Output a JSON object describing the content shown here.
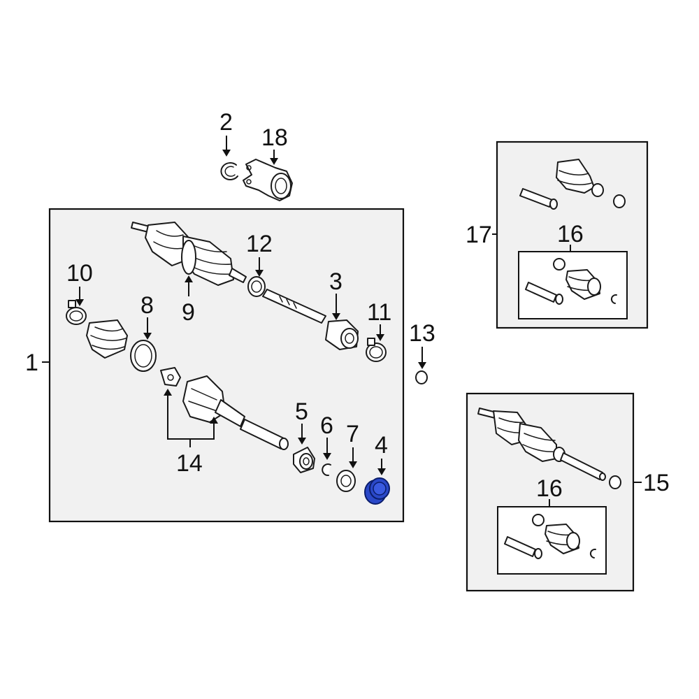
{
  "colors": {
    "frame_fill": "#f1f1f1",
    "line": "#111111",
    "highlight_fill": "#2a48c8",
    "highlight_stroke": "#0b1d6b"
  },
  "highlighted_part": "4",
  "callouts": {
    "c1": "1",
    "c2": "2",
    "c3": "3",
    "c4": "4",
    "c5": "5",
    "c6": "6",
    "c7": "7",
    "c8": "8",
    "c9": "9",
    "c10": "10",
    "c11": "11",
    "c12": "12",
    "c13": "13",
    "c14": "14",
    "c15": "15",
    "c16a": "16",
    "c16b": "16",
    "c17": "17",
    "c18": "18"
  }
}
